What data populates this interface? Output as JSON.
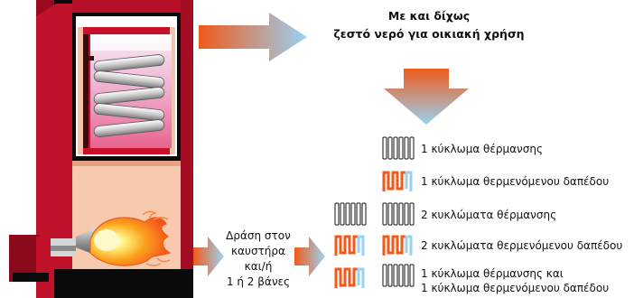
{
  "header": {
    "line1": "Με και δίχως",
    "line2": "ζεστό νερό για οικιακή χρήση"
  },
  "side_label": {
    "lines": [
      "Δράση στον",
      "καυστήρα",
      "και/ή",
      "1 ή 2 βάνες"
    ]
  },
  "options": [
    {
      "label": "1 κύκλωμα θέρμανσης",
      "icon": "radiator-icon"
    },
    {
      "label": "1 κύκλωμα θερμενόμενου δαπέδου",
      "icon": "floor-heating-icon"
    },
    {
      "label": "2 κυκλώματα θέρμανσης",
      "icon": "radiator-icon"
    },
    {
      "label": "2 κυκλώματα θερμενόμενου δαπέδου",
      "icon": "floor-heating-icon"
    },
    {
      "label": "1 κύκλωμα θέρμανσης και",
      "icon": "radiator-icon"
    },
    {
      "label": "1 κύκλωμα θερμενόμενου δαπέδου",
      "icon": "floor-heating-icon"
    }
  ],
  "colors": {
    "boiler_red": "#b8102a",
    "boiler_dark": "#5c0612",
    "chamber": "#f7c9ad",
    "tank_top": "#f0b0d0",
    "arrow_orange": "#f05a1a",
    "arrow_blue": "#9ad2f2"
  }
}
